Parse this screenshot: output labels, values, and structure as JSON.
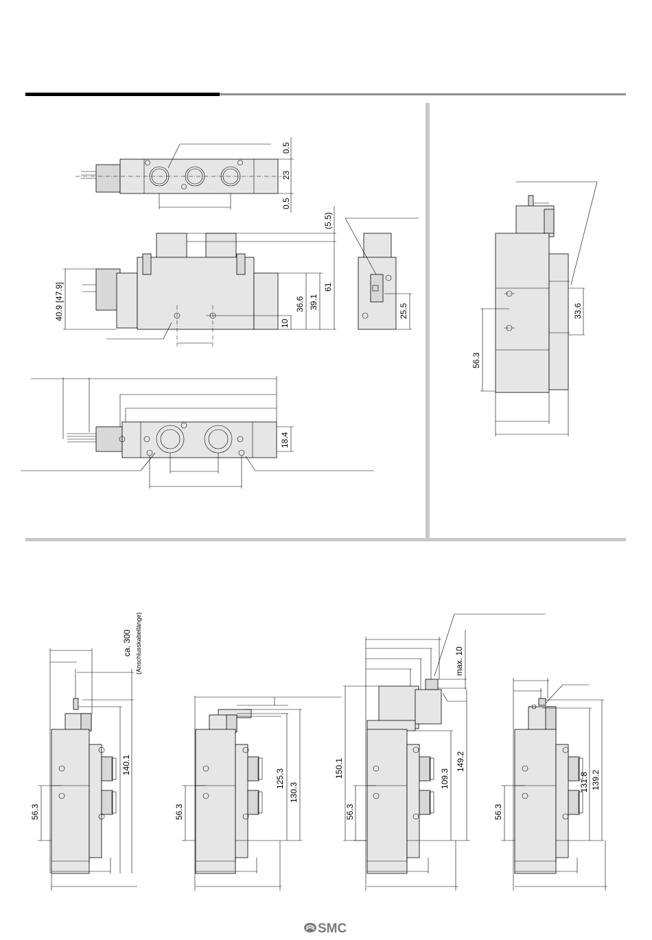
{
  "top_view": {
    "dims": {
      "gap_top": "0.5",
      "width": "23",
      "gap_bottom": "0.5"
    }
  },
  "front_view": {
    "dims": {
      "height_left": "40.9 [47.9]",
      "h10": "10",
      "h36_6": "36.6",
      "h39_1": "39.1",
      "h61": "61",
      "h5_5": "(5.5)"
    }
  },
  "side_view": {
    "dims": {
      "h25_5": "25.5"
    }
  },
  "bottom_view": {
    "dims": {
      "w18_4": "18.4"
    }
  },
  "right_panel": {
    "dims": {
      "h33_6": "33.6",
      "h56_3": "56.3"
    }
  },
  "variants": [
    {
      "dims": {
        "h56_3": "56.3",
        "h140_1": "140.1",
        "cable": "ca. 300",
        "cable_note": "(Anschlusskabellänge)"
      }
    },
    {
      "dims": {
        "h56_3": "56.3",
        "h125_3": "125.3",
        "h130_3": "130.3"
      }
    },
    {
      "dims": {
        "h150_1": "150.1",
        "h56_3": "56.3",
        "h109_3": "109.3",
        "h149_2": "149.2",
        "max10": "max. 10"
      }
    },
    {
      "dims": {
        "h56_3": "56.3",
        "h131_8": "131.8",
        "h139_2": "139.2"
      }
    }
  ],
  "footer": {
    "logo_text": "SMC",
    "logo_color": "#7a7a7a"
  },
  "colors": {
    "part_fill": "#e6e6e6",
    "rule_dark": "#000000",
    "rule_grey": "#8c8c8c",
    "divider": "#c8c8c8"
  }
}
